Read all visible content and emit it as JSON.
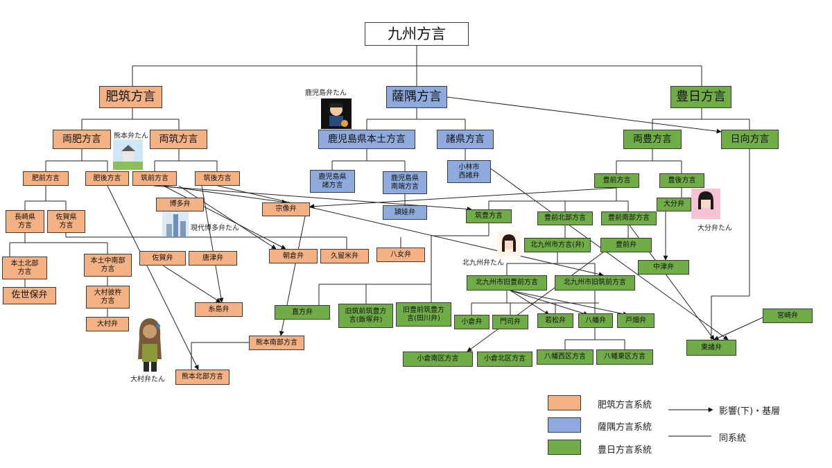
{
  "diagram": {
    "title": "九州方言",
    "nodes": {
      "root": "九州方言",
      "hichiku": "肥筑方言",
      "satsugu": "薩隅方言",
      "hoyo": "豊日方言",
      "ryohi": "両肥方言",
      "ryochiku": "両筑方言",
      "kagoshima_hondo": "鹿児島県本土方言",
      "morokata": "諸県方言",
      "ryoho": "両豊方言",
      "hyuga": "日向方言",
      "hizen": "肥前方言",
      "higo": "肥後方言",
      "chikuzen": "筑前方言",
      "chikugo": "筑後方言",
      "kago_morokata": "鹿児島県\n諸方言",
      "kago_nansatsu": "鹿児島県\n南端方言",
      "kobayashi": "小林市\n西諸弁",
      "buzen": "豊前方言",
      "bungo": "豊後方言",
      "nagasaki": "長崎県\n方言",
      "saga_pref": "佐賀県\n方言",
      "hakata": "博多弁",
      "munakata": "宗像弁",
      "makurazaki": "頴娃弁",
      "chikuho": "筑豊方言",
      "buzen_north": "豊前北部方言",
      "buzen_south": "豊前南部方言",
      "oita": "大分弁",
      "hondo_north": "本土北部\n方言",
      "hondo_central": "本土中南部\n方言",
      "saga_ben": "佐賀弁",
      "karatsu": "唐津弁",
      "asakura": "朝倉弁",
      "kurume": "久留米弁",
      "yame": "八女弁",
      "kitakyu_dialect": "北九州市方言(弁)",
      "buzen_ben": "豊前弁",
      "nakatsu": "中津弁",
      "sasebo": "佐世保弁",
      "omura_sonogi": "大村彼杵\n方言",
      "omura": "大村弁",
      "itoshima": "糸島弁",
      "kitakyu_buzen": "北九州市旧豊前方言",
      "kitakyu_chikuzen": "北九州市旧筑前方言",
      "nogata": "直方弁",
      "kyu_chikuzen_chikuho": "旧筑前筑豊方\n言(飯塚弁)",
      "kyu_buzen_chikuho": "旧豊前筑豊方\n言(田川弁)",
      "kokura": "小倉弁",
      "moji": "門司弁",
      "wakamatsu": "若松弁",
      "yahata": "八幡弁",
      "tobata": "戸畑弁",
      "miyazaki": "宮崎弁",
      "higashi_morokata": "東諸弁",
      "kumamoto_south": "熊本南部方言",
      "kumamoto_north": "熊本北部方言",
      "kokura_south": "小倉南区方言",
      "kokura_north": "小倉北区方言",
      "yahata_west": "八幡西区方言",
      "yahata_east": "八幡東区方言"
    },
    "characters": {
      "kagoshima": "鹿児島弁たん",
      "kumamoto": "熊本弁たん",
      "gendai_hakata": "現代博多弁たん",
      "oita": "大分弁たん",
      "kitakyushu": "北九州弁たん",
      "omura": "大村弁たん"
    },
    "legend": {
      "hichiku": "肥筑方言系統",
      "satsugu": "薩隅方言系統",
      "hoyo": "豊日方言系統",
      "arrow": "影響(下)・基層",
      "line": "同系統"
    },
    "colors": {
      "hichiku": "#f4b183",
      "satsugu": "#8faadc",
      "hoyo": "#70ad47"
    }
  }
}
